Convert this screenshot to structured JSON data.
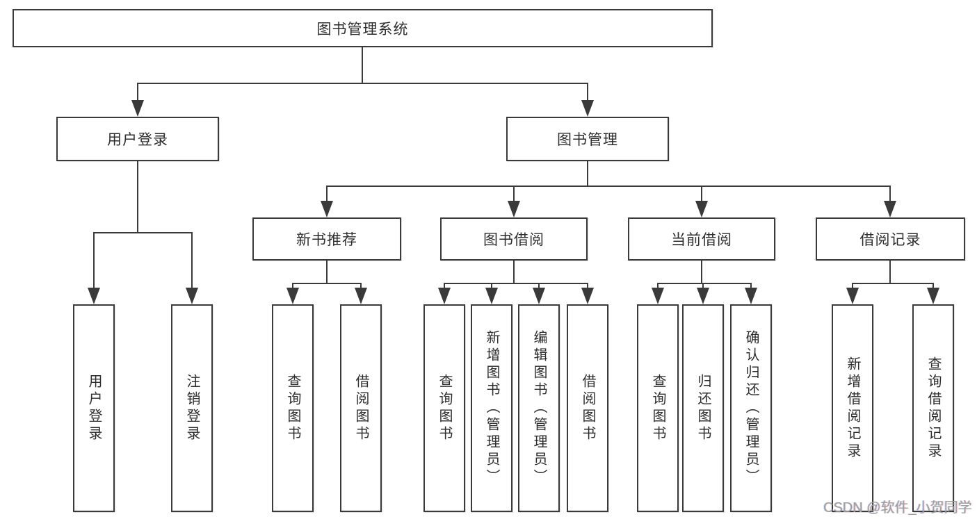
{
  "diagram": {
    "type": "hierarchy-tree",
    "colors": {
      "line": "#3a3a3a",
      "text": "#2d2d2d",
      "watermark": "#9e9e9e",
      "background": "#ffffff"
    },
    "root": {
      "label": "图书管理系统"
    },
    "branches": [
      {
        "label": "用户登录",
        "children": [
          {
            "label": "用户登录"
          },
          {
            "label": "注销登录"
          }
        ]
      },
      {
        "label": "图书管理",
        "sections": [
          {
            "label": "新书推荐",
            "children": [
              {
                "label": "查询图书"
              },
              {
                "label": "借阅图书"
              }
            ]
          },
          {
            "label": "图书借阅",
            "children": [
              {
                "label": "查询图书"
              },
              {
                "label": "新增图书（管理员）"
              },
              {
                "label": "编辑图书（管理员）"
              },
              {
                "label": "借阅图书"
              }
            ]
          },
          {
            "label": "当前借阅",
            "children": [
              {
                "label": "查询图书"
              },
              {
                "label": "归还图书"
              },
              {
                "label": "确认归还（管理员）"
              }
            ]
          },
          {
            "label": "借阅记录",
            "children": [
              {
                "label": "新增借阅记录"
              },
              {
                "label": "查询借阅记录"
              }
            ]
          }
        ]
      }
    ],
    "watermark": "CSDN @软件_小贺同学"
  }
}
